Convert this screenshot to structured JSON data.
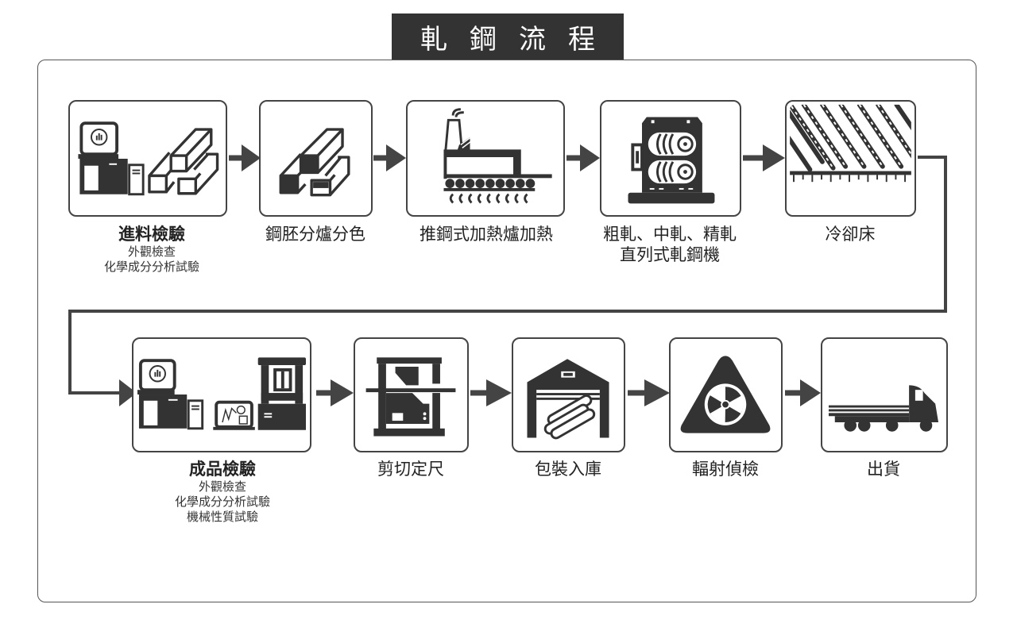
{
  "title": [
    "軋",
    "鋼",
    "流",
    "程"
  ],
  "colors": {
    "ink": "#333333",
    "frame": "#555555",
    "background": "#ffffff"
  },
  "steps": [
    {
      "id": 1,
      "label": "進料檢驗",
      "bold": true,
      "sub": [
        "外觀檢查",
        "化學成分分析試驗"
      ],
      "icon": "computer-and-steel-billets-icon"
    },
    {
      "id": 2,
      "label": "鋼胚分爐分色",
      "bold": false,
      "sub": [],
      "icon": "steel-billets-icon"
    },
    {
      "id": 3,
      "label": "推鋼式加熱爐加熱",
      "bold": false,
      "sub": [],
      "icon": "reheating-furnace-icon"
    },
    {
      "id": 4,
      "label": "粗軋、中軋、精軋",
      "label2": "直列式軋鋼機",
      "bold": false,
      "sub": [],
      "icon": "rolling-mill-icon"
    },
    {
      "id": 5,
      "label": "冷卻床",
      "bold": false,
      "sub": [],
      "icon": "cooling-bed-icon"
    },
    {
      "id": 6,
      "label": "成品檢驗",
      "bold": true,
      "sub": [
        "外觀檢查",
        "化學成分分析試驗",
        "機械性質試驗"
      ],
      "icon": "computer-and-testing-machine-icon"
    },
    {
      "id": 7,
      "label": "剪切定尺",
      "bold": false,
      "sub": [],
      "icon": "shear-machine-icon"
    },
    {
      "id": 8,
      "label": "包裝入庫",
      "bold": false,
      "sub": [],
      "icon": "warehouse-icon"
    },
    {
      "id": 9,
      "label": "輻射偵檢",
      "bold": false,
      "sub": [],
      "icon": "radiation-warning-icon"
    },
    {
      "id": 10,
      "label": "出貨",
      "bold": false,
      "sub": [],
      "icon": "truck-icon"
    }
  ]
}
